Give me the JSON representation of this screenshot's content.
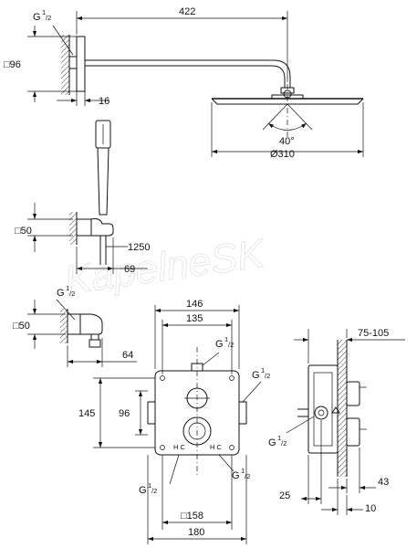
{
  "labels": {
    "g_thread_base": "G",
    "g_thread_exp": "1",
    "g_thread_den": "/2",
    "wall_square_96": "□96",
    "arm_length_422": "422",
    "arm_offset_16": "16",
    "spray_angle_40": "40°",
    "head_diameter_310": "Ø310",
    "holder_square_50": "□50",
    "hose_length_1250": "1250",
    "holder_projection_69": "69",
    "outlet_square_50": "□50",
    "outlet_projection_64": "64",
    "box_width_146": "146",
    "box_inner_135": "135",
    "box_height_145": "145",
    "box_inner_96": "96",
    "cover_square_158": "□158",
    "cover_width_180": "180",
    "depth_75_105": "75-105",
    "depth_43": "43",
    "depth_25": "25",
    "depth_10": "10"
  },
  "watermark": "KapelneSK"
}
